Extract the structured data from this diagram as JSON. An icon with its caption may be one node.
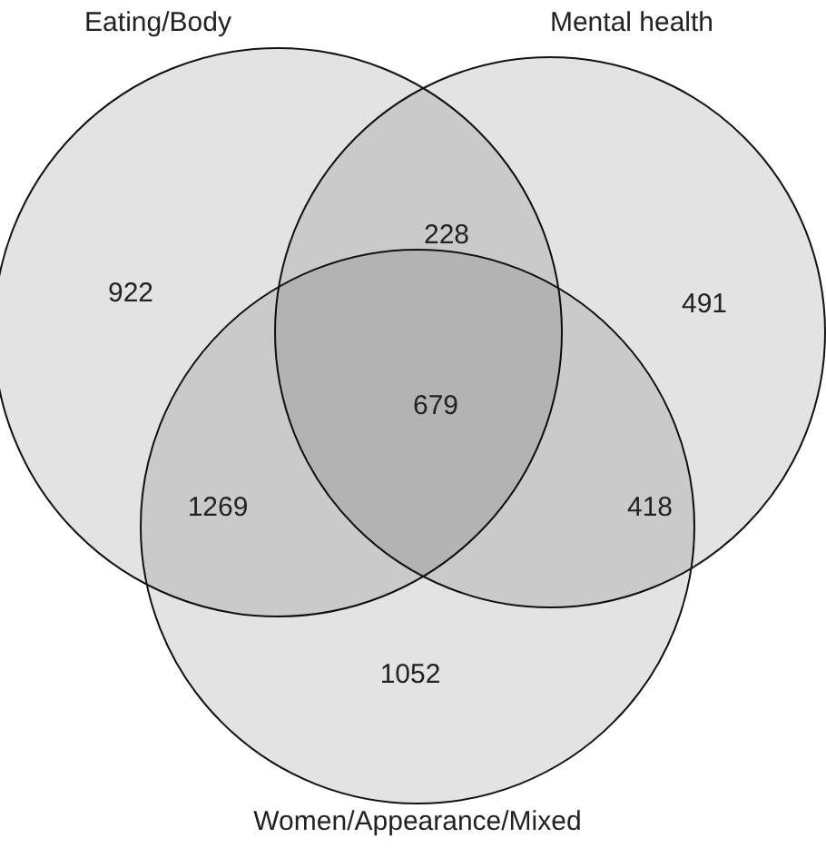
{
  "diagram": {
    "nodes": [
      {
        "text": [
          "Eating/Body"
        ]
      },
      {
        "text": [
          "Mental health"
        ]
      },
      {
        "text": [
          "Women/Appearance/Mixed"
        ]
      }
    ],
    "labels": [
      "228",
      "922",
      "491",
      "679",
      "1269",
      "418",
      "1052"
    ]
  }
}
